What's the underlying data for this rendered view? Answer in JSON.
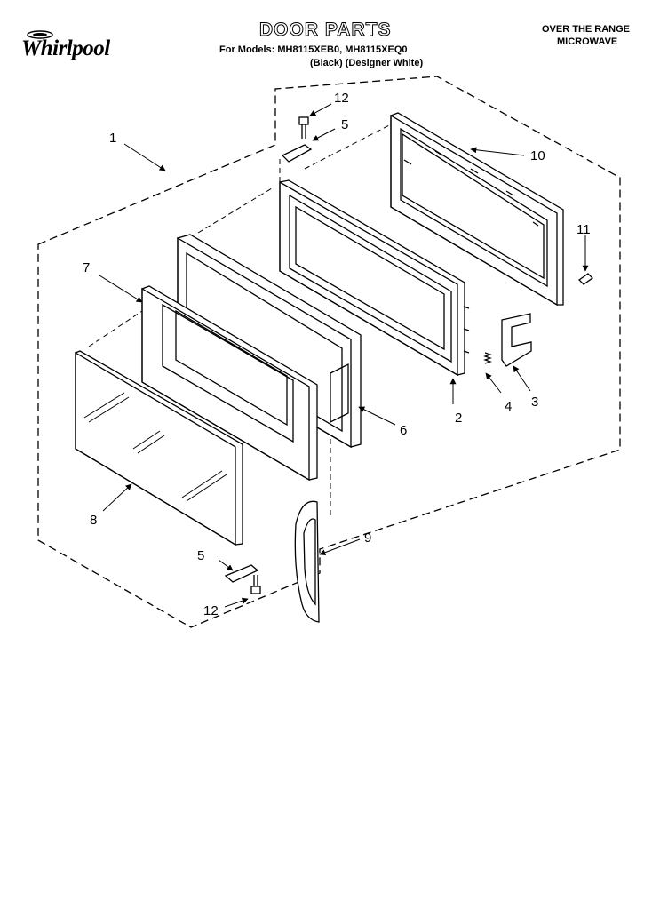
{
  "header": {
    "brand": "Whirlpool",
    "title": "DOOR PARTS",
    "models_line": "For Models: MH8115XEB0, MH8115XEQ0",
    "variants_line": "(Black)  (Designer White)",
    "product_type_line1": "OVER THE RANGE",
    "product_type_line2": "MICROWAVE"
  },
  "callouts": {
    "c1": "1",
    "c2": "2",
    "c3": "3",
    "c4": "4",
    "c5a": "5",
    "c5b": "5",
    "c6": "6",
    "c7": "7",
    "c8": "8",
    "c9": "9",
    "c10": "10",
    "c11": "11",
    "c12a": "12",
    "c12b": "12"
  }
}
